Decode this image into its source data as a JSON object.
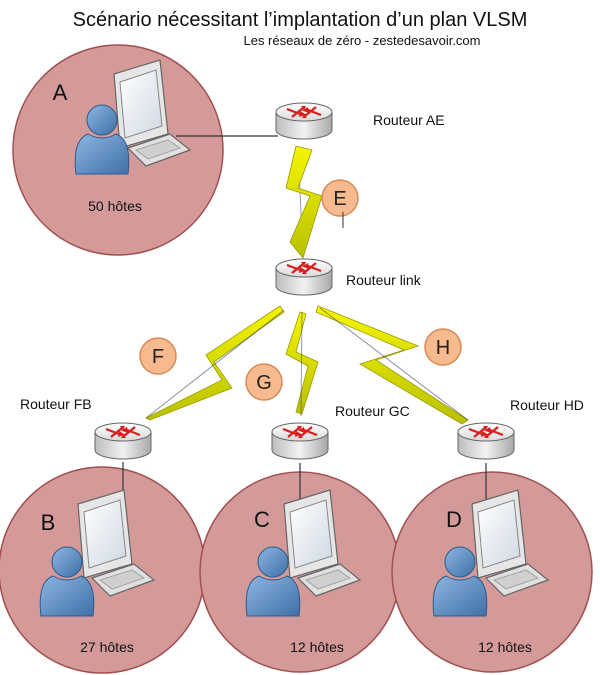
{
  "title": "Scénario nécessitant l’implantation d’un plan VLSM",
  "subtitle": "Les réseaux de zéro - zestedesavoir.com",
  "routers": {
    "ae": "Routeur AE",
    "link": "Routeur link",
    "fb": "Routeur FB",
    "gc": "Routeur GC",
    "hd": "Routeur HD"
  },
  "networks": {
    "a": {
      "letter": "A",
      "hosts": "50 hôtes"
    },
    "b": {
      "letter": "B",
      "hosts": "27 hôtes"
    },
    "c": {
      "letter": "C",
      "hosts": "12 hôtes"
    },
    "d": {
      "letter": "D",
      "hosts": "12 hôtes"
    }
  },
  "links": {
    "e": "E",
    "f": "F",
    "g": "G",
    "h": "H"
  },
  "colors": {
    "network_fill": "#d49a9a",
    "network_stroke": "#a05050",
    "link_badge_fill": "#f7b98e",
    "link_badge_stroke": "#d98a55",
    "lightning": "#e8e800",
    "router_arrow": "#d81e1e",
    "user_blue": "#5b8fc7"
  },
  "icons": [
    "router-icon",
    "computer-icon",
    "user-icon",
    "lightning-link-icon"
  ]
}
